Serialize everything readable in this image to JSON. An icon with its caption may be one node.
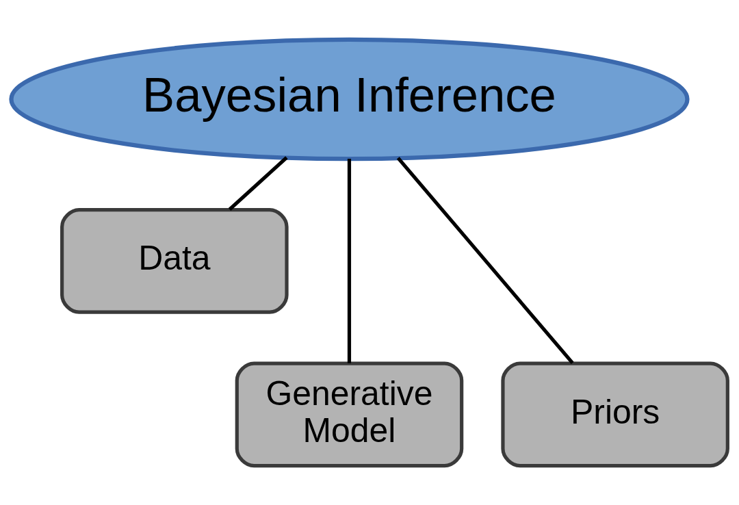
{
  "diagram": {
    "nodes": [
      {
        "text": [
          "Bayesian Inference"
        ]
      },
      {
        "text": [
          "Data"
        ]
      },
      {
        "text": [
          "Generative Model"
        ]
      },
      {
        "text": [
          "Priors"
        ]
      }
    ],
    "edges": [
      {
        "from": 0,
        "to": 1,
        "arrow": "none"
      },
      {
        "from": 0,
        "to": 2,
        "arrow": "none"
      },
      {
        "from": 0,
        "to": 3,
        "arrow": "none"
      }
    ]
  }
}
